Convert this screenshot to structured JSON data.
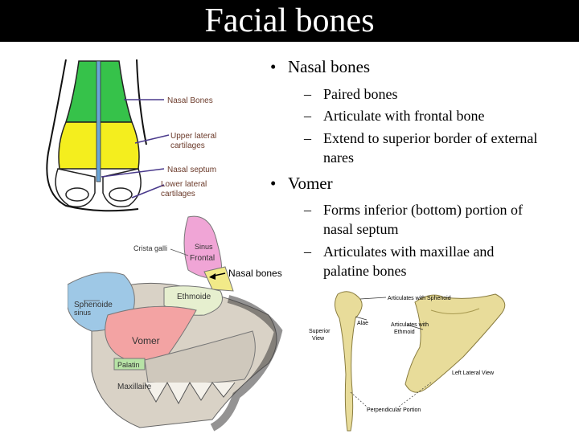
{
  "slide": {
    "title": "Facial bones"
  },
  "sections": [
    {
      "heading": "Nasal bones",
      "points": [
        "Paired bones",
        "Articulate with frontal bone",
        "Extend to superior border of external",
        "nares"
      ]
    },
    {
      "heading": "Vomer",
      "points": [
        "Forms inferior (bottom) portion of",
        "nasal septum",
        "Articulates with maxillae and",
        "palatine bones"
      ]
    }
  ],
  "figure_nose": {
    "labels": [
      "Nasal Bones",
      "Upper lateral",
      "cartilages",
      "Nasal septum",
      "Lower lateral",
      "cartilages"
    ]
  },
  "figure_skull": {
    "labels": [
      "Crista galli",
      "Sinus",
      "Frontal",
      "Nasal bones",
      "Ethmoide",
      "Sphenoide",
      "sinus",
      "Vomer",
      "Palatin",
      "Maxillaire"
    ]
  },
  "figure_vomer": {
    "labels": [
      "Articulates with Sphenoid",
      "Alae",
      "Articulates with",
      "Ethmoid",
      "Superior",
      "View",
      "Left Lateral View",
      "Perpendicular Portion"
    ]
  }
}
